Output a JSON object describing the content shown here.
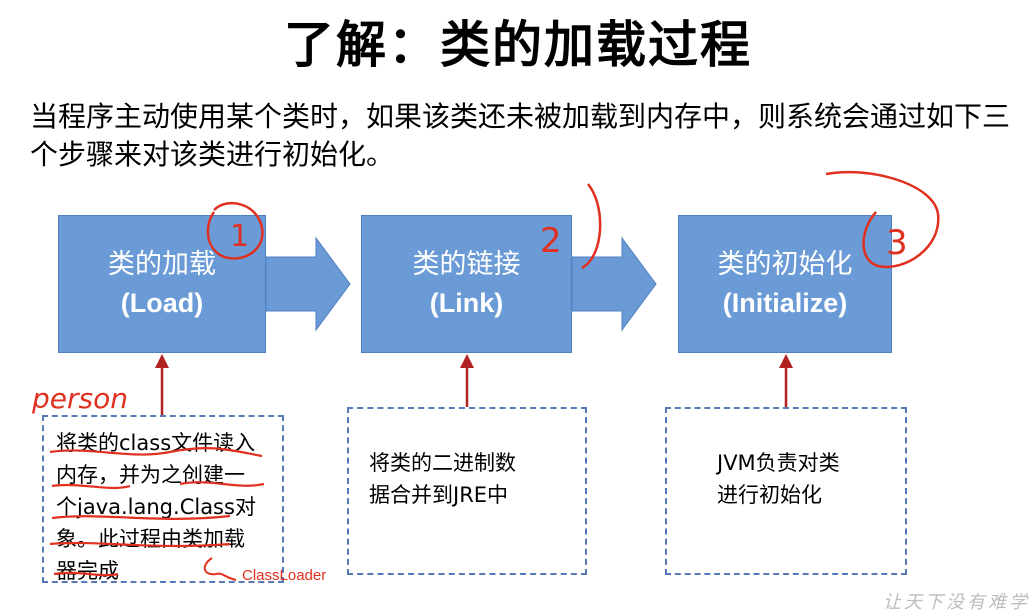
{
  "title": "了解：类的加载过程",
  "intro": "当程序主动使用某个类时，如果该类还未被加载到内存中，则系统会通过如下三个步骤来对该类进行初始化。",
  "stages": [
    {
      "zh": "类的加载",
      "en": "(Load)"
    },
    {
      "zh": "类的链接",
      "en": "(Link)"
    },
    {
      "zh": "类的初始化",
      "en": "(Initialize)"
    }
  ],
  "notes": [
    {
      "lines": [
        "将类的class文件读入",
        "内存，并为之创建一",
        "个java.lang.Class对",
        "象。此过程由类加载",
        "器完成"
      ]
    },
    {
      "lines": [
        "将类的二进制数",
        "据合并到JRE中"
      ]
    },
    {
      "lines": [
        "JVM负责对类",
        "进行初始化"
      ]
    }
  ],
  "annotations": {
    "person": "person",
    "classloader": "ClassLoader",
    "num1": "1",
    "num2": "2",
    "num3": "3"
  },
  "watermark": "让天下没有难学",
  "colors": {
    "stage_fill": "#6b9bd6",
    "arrow_fill": "#6b9bd6",
    "connector": "#b22222",
    "dash_border": "#5779b7",
    "handwriting": "#e03020"
  }
}
